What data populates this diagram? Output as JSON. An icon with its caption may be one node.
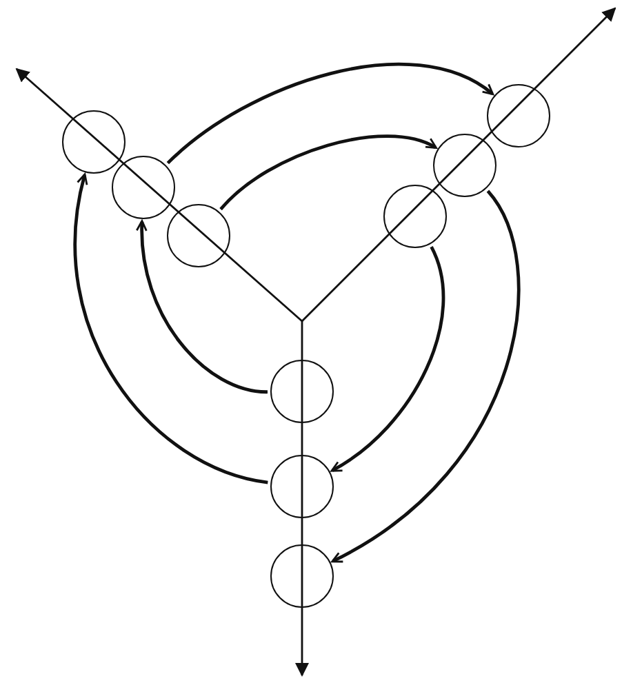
{
  "diagram": {
    "nodes": [
      {
        "text": [],
        "shape": "circle"
      },
      {
        "text": [],
        "shape": "circle"
      },
      {
        "text": [],
        "shape": "circle"
      },
      {
        "text": [],
        "shape": "circle"
      },
      {
        "text": [],
        "shape": "circle"
      },
      {
        "text": [],
        "shape": "circle"
      },
      {
        "text": [],
        "shape": "circle"
      },
      {
        "text": [],
        "shape": "circle"
      },
      {
        "text": [],
        "shape": "circle"
      }
    ],
    "edges": [
      {
        "from": 1,
        "to": 3,
        "arrow": "to"
      },
      {
        "from": 2,
        "to": 4,
        "arrow": "to"
      },
      {
        "from": 4,
        "to": 8,
        "arrow": "to"
      },
      {
        "from": 5,
        "to": 7,
        "arrow": "to"
      },
      {
        "from": 6,
        "to": 1,
        "arrow": "to"
      },
      {
        "from": 7,
        "to": 0,
        "arrow": "to"
      }
    ]
  }
}
